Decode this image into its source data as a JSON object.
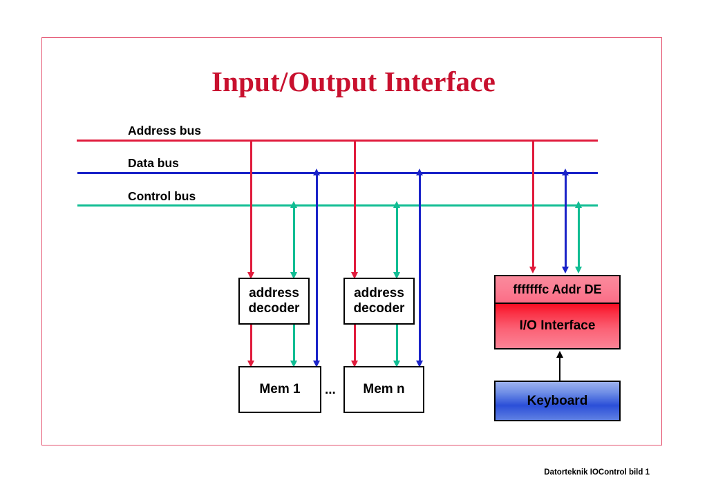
{
  "slide": {
    "title": "Input/Output Interface",
    "footer": "Datorteknik IOControl bild 1",
    "border_color": "#e4506d",
    "background": "#ffffff"
  },
  "colors": {
    "title": "#c8102e",
    "address_bus": "#e01b3c",
    "data_bus": "#1a23c8",
    "control_bus": "#10bd93",
    "io_red": "#fb0c22",
    "keyboard_blue": "#2b4fd8",
    "black": "#000000"
  },
  "buses": [
    {
      "id": "address-bus",
      "label": "Address bus",
      "color": "#e01b3c"
    },
    {
      "id": "data-bus",
      "label": "Data bus",
      "color": "#1a23c8"
    },
    {
      "id": "control-bus",
      "label": "Control bus",
      "color": "#10bd93"
    }
  ],
  "blocks": {
    "decoder1": {
      "line1": "address",
      "line2": "decoder"
    },
    "decoder2": {
      "line1": "address",
      "line2": "decoder"
    },
    "mem1": {
      "label": "Mem 1"
    },
    "memn": {
      "label": "Mem n"
    },
    "ellipsis": {
      "label": "..."
    },
    "io_addr_decode": {
      "label": "fffffffc Addr DE"
    },
    "io_interface": {
      "label": "I/O Interface"
    },
    "keyboard": {
      "label": "Keyboard"
    }
  }
}
